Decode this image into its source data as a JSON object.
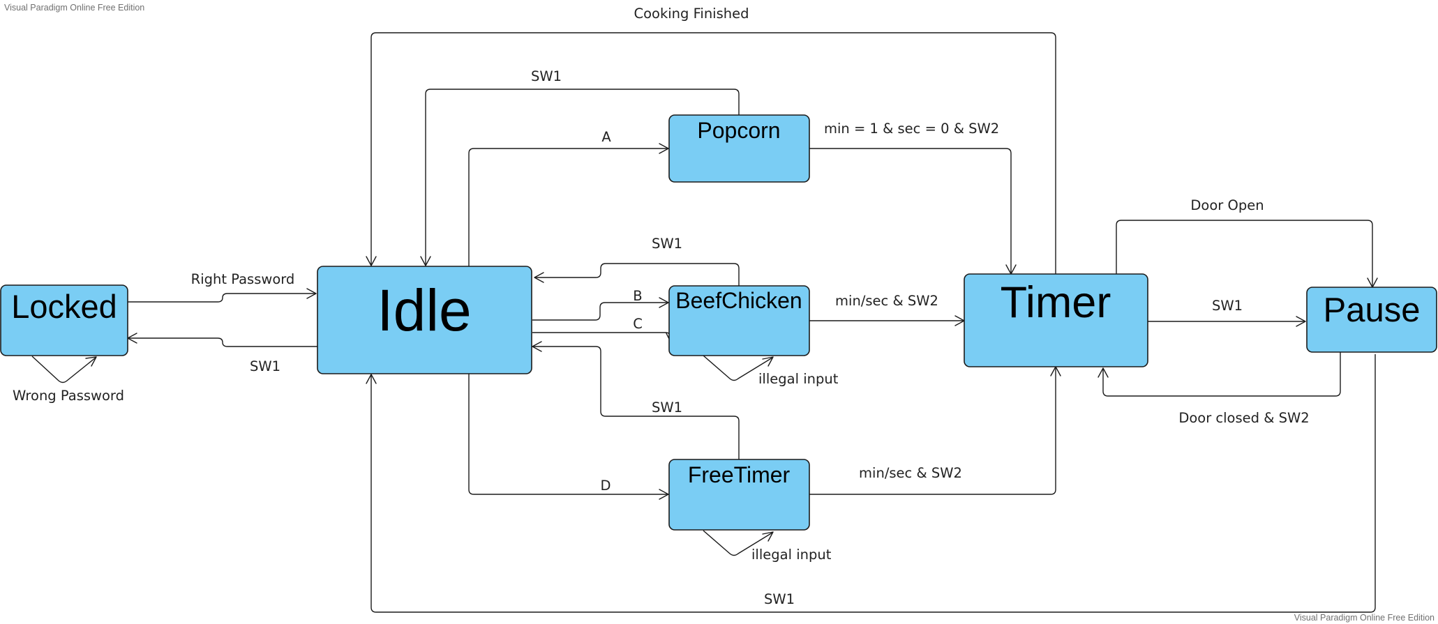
{
  "watermarks": {
    "top": "Visual Paradigm Online Free Edition",
    "bottom": "Visual Paradigm Online Free Edition"
  },
  "states": {
    "locked": "Locked",
    "idle": "Idle",
    "popcorn": "Popcorn",
    "beefchicken": "BeefChicken",
    "freetimer": "FreeTimer",
    "timer": "Timer",
    "pause": "Pause"
  },
  "transitions": {
    "cooking_finished": "Cooking Finished",
    "popcorn_sw1": "SW1",
    "idle_popcorn_a": "A",
    "popcorn_timer": "min = 1 & sec = 0 & SW2",
    "door_open": "Door Open",
    "beef_sw1": "SW1",
    "right_password": "Right Password",
    "idle_beef_b": "B",
    "idle_beef_c": "C",
    "beef_timer": "min/sec & SW2",
    "timer_pause_sw1": "SW1",
    "locked_sw1": "SW1",
    "wrong_password": "Wrong Password",
    "beef_illegal": "illegal input",
    "door_closed": "Door closed & SW2",
    "freetimer_sw1": "SW1",
    "idle_freetimer_d": "D",
    "freetimer_timer": "min/sec & SW2",
    "freetimer_illegal": "illegal input",
    "pause_idle_sw1": "SW1"
  }
}
